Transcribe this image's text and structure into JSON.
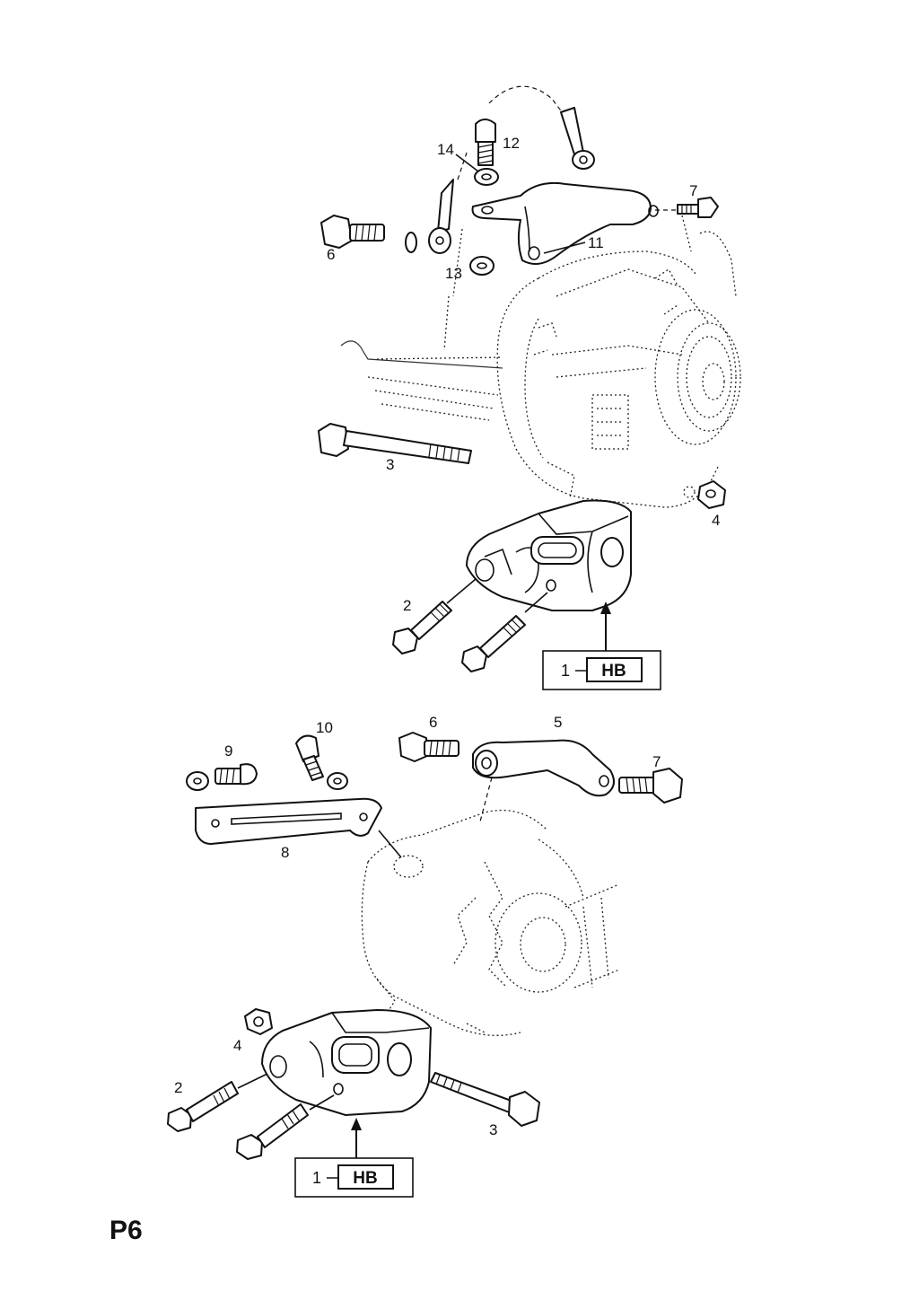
{
  "page_code": "P6",
  "top_assembly": {
    "callouts": {
      "c2": "2",
      "c3": "3",
      "c4": "4",
      "c6": "6",
      "c7": "7",
      "c11": "11",
      "c12": "12",
      "c13": "13",
      "c14": "14"
    },
    "ref_box": {
      "number": "1",
      "code": "HB"
    }
  },
  "bottom_assembly": {
    "callouts": {
      "c2": "2",
      "c3": "3",
      "c4": "4",
      "c5": "5",
      "c6": "6",
      "c7": "7",
      "c8": "8",
      "c9": "9",
      "c10": "10"
    },
    "ref_box": {
      "number": "1",
      "code": "HB"
    }
  }
}
